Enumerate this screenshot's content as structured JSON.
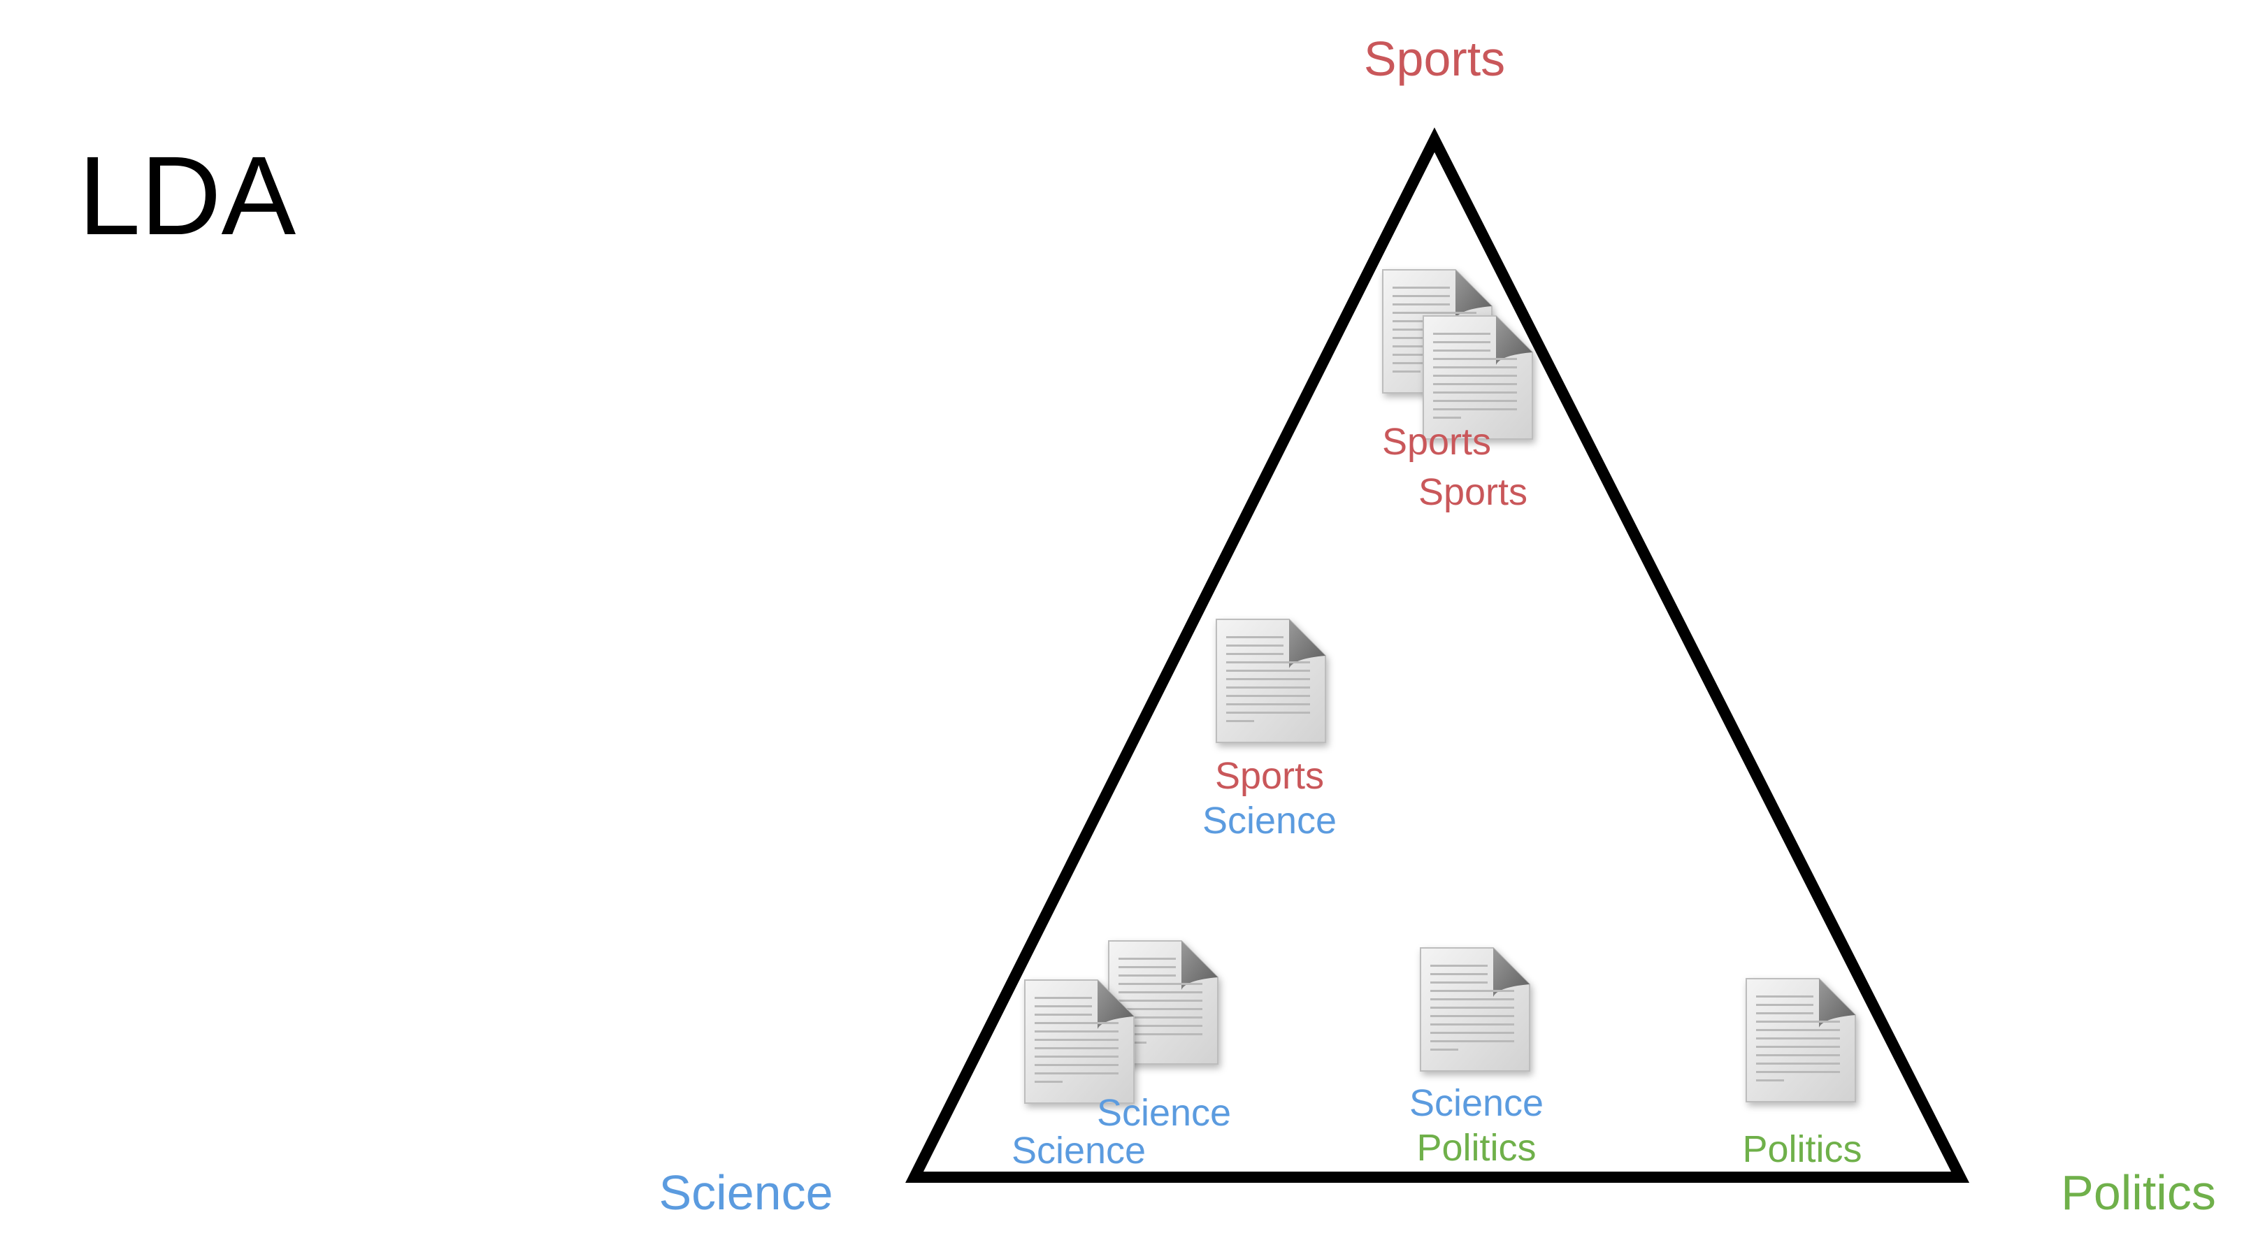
{
  "title": "LDA",
  "colors": {
    "sports": "#c9575a",
    "science": "#5b9bdf",
    "politics": "#6fb04a",
    "triangle": "#000000"
  },
  "vertices": {
    "top": "Sports",
    "left": "Science",
    "right": "Politics"
  },
  "documents": [
    {
      "id": "doc-1",
      "topics": [
        "Sports"
      ]
    },
    {
      "id": "doc-2",
      "topics": [
        "Sports"
      ]
    },
    {
      "id": "doc-3",
      "topics": [
        "Sports",
        "Science"
      ]
    },
    {
      "id": "doc-4",
      "topics": [
        "Science"
      ]
    },
    {
      "id": "doc-5",
      "topics": [
        "Science"
      ]
    },
    {
      "id": "doc-6",
      "topics": [
        "Science",
        "Politics"
      ]
    },
    {
      "id": "doc-7",
      "topics": [
        "Politics"
      ]
    }
  ]
}
